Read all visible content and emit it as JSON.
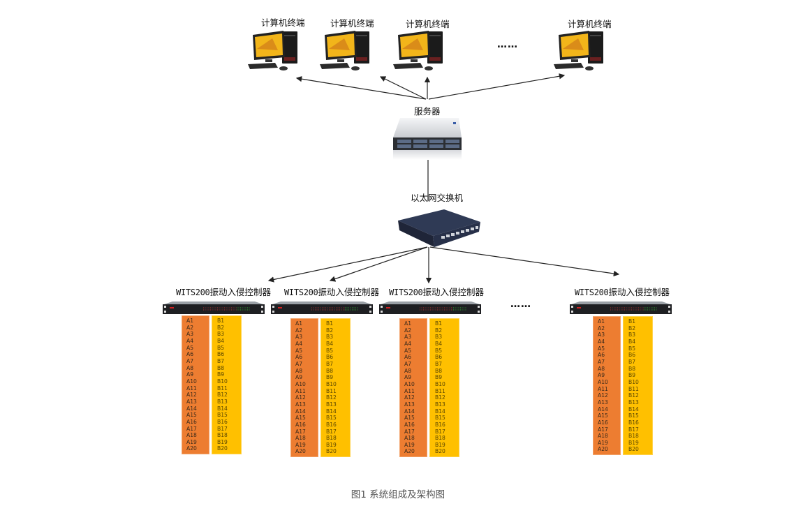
{
  "terminals": [
    {
      "label": "计算机终端"
    },
    {
      "label": "计算机终端"
    },
    {
      "label": "计算机终端"
    },
    {
      "label": "计算机终端"
    }
  ],
  "terminals_ellipsis": "……",
  "server": {
    "label": "服务器"
  },
  "switch": {
    "label": "以太网交换机"
  },
  "controllers": [
    {
      "model": "WITS200",
      "name": "振动入侵控制器"
    },
    {
      "model": "WITS200",
      "name": "振动入侵控制器"
    },
    {
      "model": "WITS200",
      "name": "振动入侵控制器"
    },
    {
      "model": "WITS200",
      "name": "振动入侵控制器"
    }
  ],
  "controllers_ellipsis": "……",
  "zones": {
    "a": [
      "A1",
      "A2",
      "A3",
      "A4",
      "A5",
      "A6",
      "A7",
      "A8",
      "A9",
      "A10",
      "A11",
      "A12",
      "A13",
      "A14",
      "A15",
      "A16",
      "A17",
      "A18",
      "A19",
      "A20"
    ],
    "b": [
      "B1",
      "B2",
      "B3",
      "B4",
      "B5",
      "B6",
      "B7",
      "B8",
      "B9",
      "B10",
      "B11",
      "B12",
      "B13",
      "B14",
      "B15",
      "B16",
      "B17",
      "B18",
      "B19",
      "B20"
    ]
  },
  "colors": {
    "zone_a": "#ed7d31",
    "zone_b": "#ffc000"
  },
  "caption": "图1 系统组成及架构图"
}
